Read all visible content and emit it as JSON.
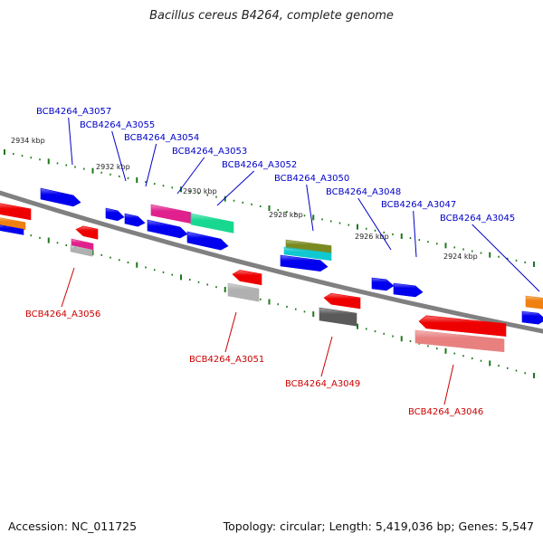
{
  "title": "Bacillus cereus B4264, complete genome",
  "footer": {
    "accession": "Accession: NC_011725",
    "stats": "Topology: circular; Length: 5,419,036 bp; Genes: 5,547"
  },
  "colors": {
    "backbone": "#808080",
    "plus_label": "#0000c8",
    "minus_label": "#cc0000",
    "tick": "#1a7a1a",
    "gene_blue": "#0000ee",
    "gene_red": "#ee0000",
    "gene_magenta": "#e0208c",
    "gene_green": "#18d890",
    "gene_olive": "#7a8a20",
    "gene_cyan": "#10c8d0",
    "gene_gray": "#b0b0b0",
    "gene_darkgray": "#5a5a5a",
    "gene_pink": "#e88080",
    "gene_orange": "#f08010"
  },
  "kbp_ticks": [
    "2934 kbp",
    "2932 kbp",
    "2930 kbp",
    "2928 kbp",
    "2926 kbp",
    "2924 kbp"
  ],
  "plus_genes": [
    "BCB4264_A3057",
    "BCB4264_A3055",
    "BCB4264_A3054",
    "BCB4264_A3053",
    "BCB4264_A3052",
    "BCB4264_A3050",
    "BCB4264_A3048",
    "BCB4264_A3047",
    "BCB4264_A3045"
  ],
  "minus_genes": [
    "BCB4264_A3056",
    "BCB4264_A3051",
    "BCB4264_A3049",
    "BCB4264_A3046"
  ]
}
